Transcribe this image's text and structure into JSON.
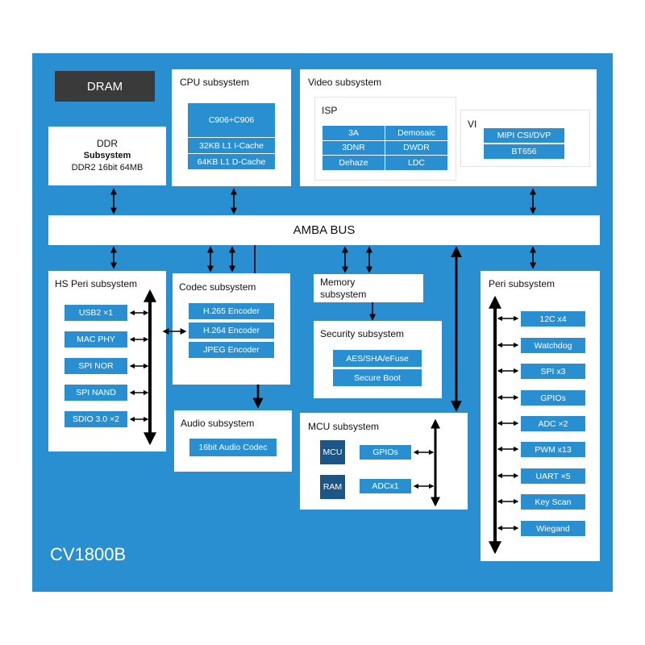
{
  "chip_label": "CV1800B",
  "dram": {
    "label": "DRAM"
  },
  "ddr": {
    "title": "DDR",
    "subtitle": "Subsystem",
    "detail": "DDR2 16bit 64MB"
  },
  "cpu": {
    "title": "CPU subsystem",
    "items": [
      "C906+C906",
      "32KB L1 I-Cache",
      "64KB L1 D-Cache"
    ]
  },
  "video": {
    "title": "Video subsystem",
    "isp": {
      "title": "ISP",
      "cells": [
        "3A",
        "Demosaic",
        "3DNR",
        "DWDR",
        "Dehaze",
        "LDC"
      ]
    },
    "vi": {
      "title": "VI",
      "items": [
        "MIPI CSI/DVP",
        "BT656"
      ]
    }
  },
  "bus": {
    "label": "AMBA BUS"
  },
  "hs_peri": {
    "title": "HS Peri subsystem",
    "items": [
      "USB2 ×1",
      "MAC PHY",
      "SPI NOR",
      "SPI NAND",
      "SDIO 3.0 ×2"
    ]
  },
  "codec": {
    "title": "Codec subsystem",
    "items": [
      "H.265 Encoder",
      "H.264 Encoder",
      "JPEG Encoder"
    ]
  },
  "audio": {
    "title": "Audio subsystem",
    "items": [
      "16bit Audio Codec"
    ]
  },
  "memory": {
    "title_line1": "Memory",
    "title_line2": "subsystem"
  },
  "security": {
    "title": "Security subsystem",
    "items": [
      "AES/SHA/eFuse",
      "Secure Boot"
    ]
  },
  "mcu": {
    "title": "MCU subsystem",
    "mcu_label": "MCU",
    "ram_label": "RAM",
    "items": [
      "GPIOs",
      "ADCx1"
    ]
  },
  "peri": {
    "title": "Peri subsystem",
    "items": [
      "12C x4",
      "Watchdog",
      "SPI x3",
      "GPIOs",
      "ADC ×2",
      "PWM x13",
      "UART ×5",
      "Key Scan",
      "Wiegand"
    ]
  },
  "colors": {
    "chip_blue": "#2a8fd0",
    "dram_gray": "#3a3a3a",
    "mcu_navy": "#1c5686",
    "arrow": "#000000"
  }
}
